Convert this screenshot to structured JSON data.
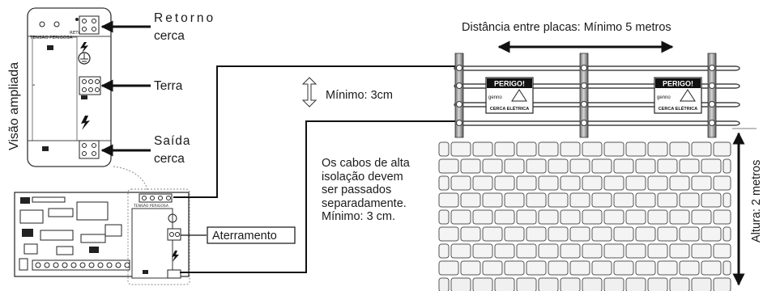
{
  "labels": {
    "view": "Visão ampliada",
    "return_l1": "Retorno",
    "return_l2": "cerca",
    "earth": "Terra",
    "output_l1": "Saída",
    "output_l2": "cerca",
    "grounding": "Aterramento",
    "min_gap": "Mínimo: 3cm",
    "distance": "Distância entre placas: Mínimo 5 metros",
    "height": "Altura: 2 metros"
  },
  "note_lines": [
    "Os cabos de alta",
    "isolação devem",
    "ser passados",
    "separadamente.",
    "Mínimo: 3 cm."
  ],
  "board": {
    "return_mark": "RETORNO",
    "danger_mark": "TENSÃO PERIGOSA",
    "danger_mark_small": "TENSÃO PERIGOSA"
  },
  "sign": {
    "title": "PERIGO!",
    "brand": "genno",
    "caption": "CERCA ELÉTRICA"
  }
}
